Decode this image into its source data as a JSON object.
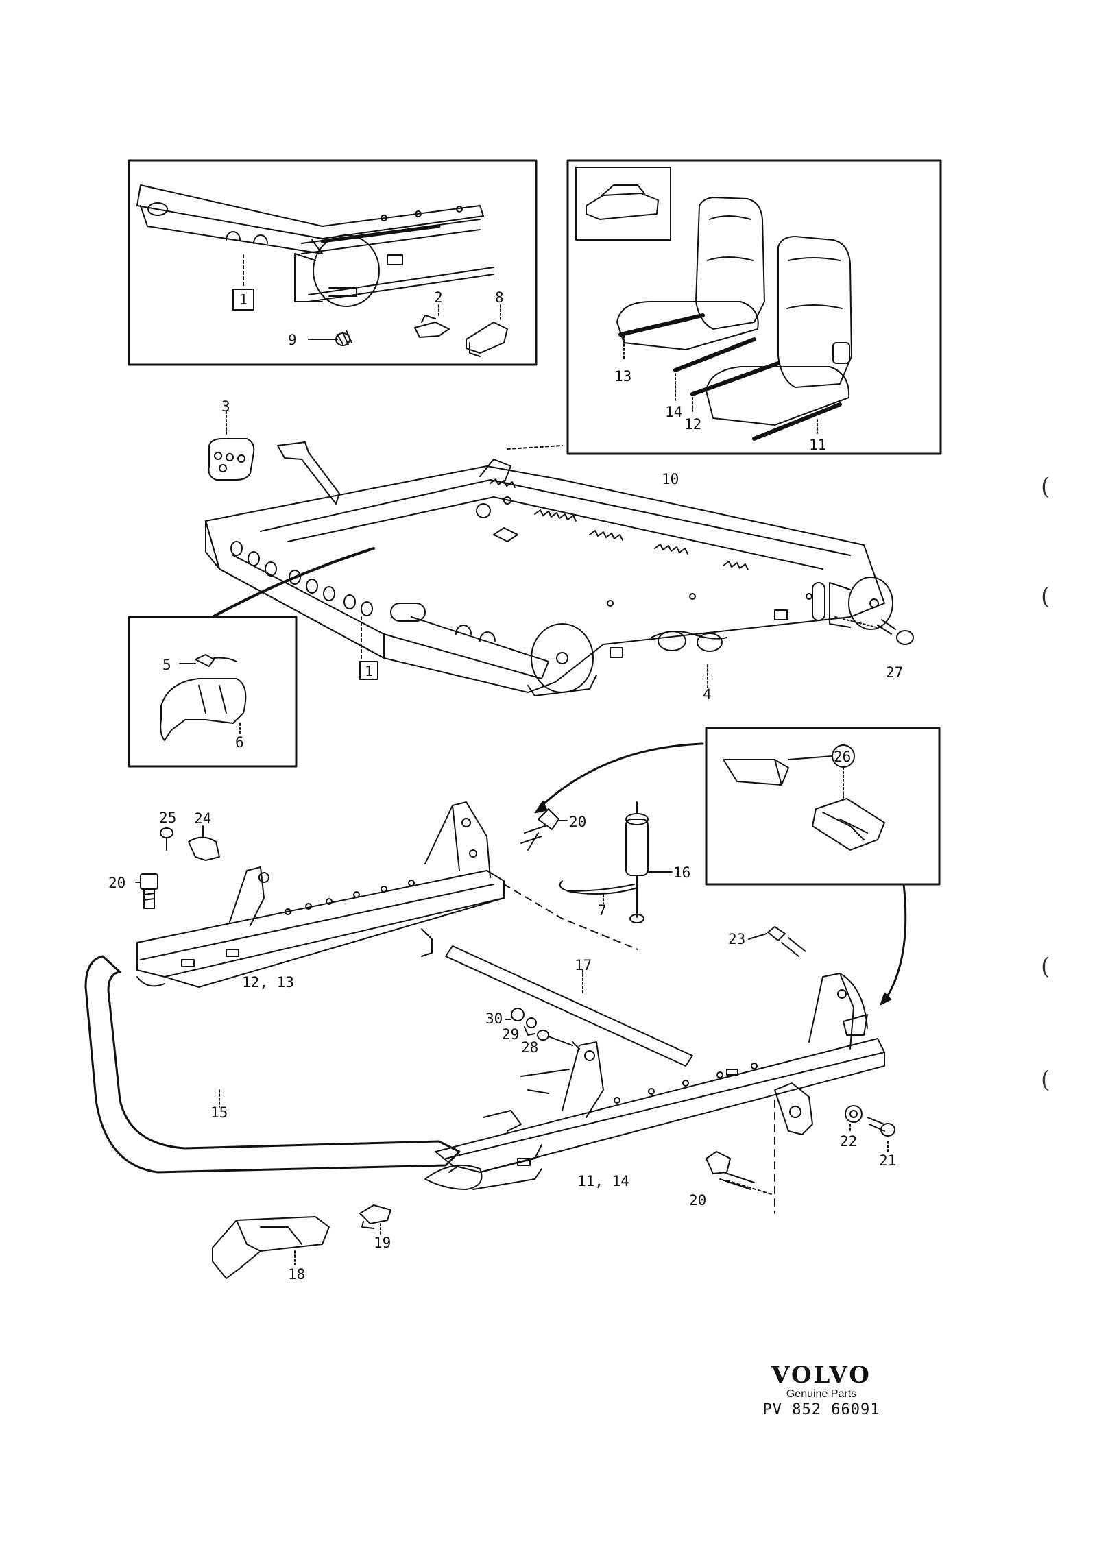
{
  "callouts": {
    "c1_inset": "1",
    "c2": "2",
    "c3": "3",
    "c4": "4",
    "c5": "5",
    "c6": "6",
    "c7": "7",
    "c8": "8",
    "c9": "9",
    "c10": "10",
    "c11": "11",
    "c12": "12",
    "c13": "13",
    "c14": "14",
    "c1_main": "1",
    "c15": "15",
    "c16": "16",
    "c17": "17",
    "c18": "18",
    "c19": "19",
    "c20_a": "20",
    "c20_b": "20",
    "c20_c": "20",
    "c21": "21",
    "c22": "22",
    "c23": "23",
    "c24": "24",
    "c25": "25",
    "c26": "26",
    "c27": "27",
    "c28": "28",
    "c29": "29",
    "c30": "30",
    "c12_13": "12, 13",
    "c11_14": "11, 14"
  },
  "brand": {
    "name": "VOLVO",
    "subtitle": "Genuine Parts",
    "code": "PV 852 66091"
  },
  "margin_marks": [
    "(",
    "(",
    "(",
    "("
  ],
  "colors": {
    "ink": "#111111",
    "paper": "#ffffff"
  }
}
